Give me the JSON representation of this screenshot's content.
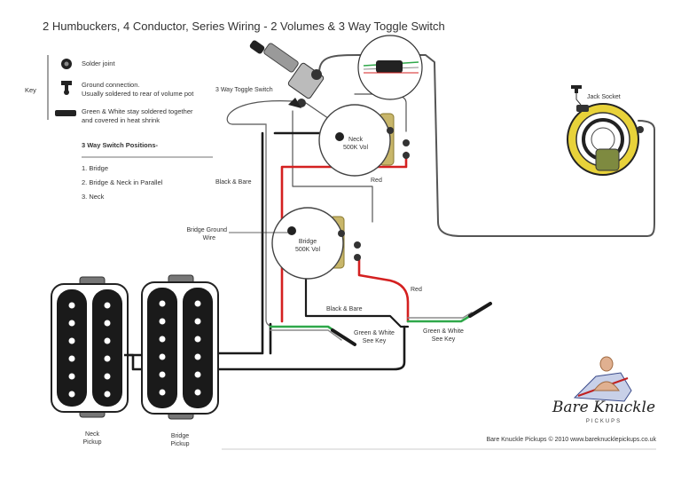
{
  "title": "2 Humbuckers, 4 Conductor, Series Wiring - 2 Volumes & 3 Way Toggle Switch",
  "key": {
    "label": "Key",
    "solder_joint": "Solder joint",
    "ground_line1": "Ground connection.",
    "ground_line2": "Usually soldered to rear of volume pot",
    "heatshrink_line1": "Green & White stay soldered together",
    "heatshrink_line2": "and covered in heat shrink"
  },
  "switch_positions": {
    "heading": "3 Way Switch Positions-",
    "items": [
      "1. Bridge",
      "2. Bridge & Neck in Parallel",
      "3. Neck"
    ]
  },
  "labels": {
    "toggle_switch": "3 Way Toggle Switch",
    "jack_socket": "Jack Socket",
    "neck_pot_line1": "Neck",
    "neck_pot_line2": "500K Vol",
    "bridge_pot_line1": "Bridge",
    "bridge_pot_line2": "500K Vol",
    "red_upper": "Red",
    "red_lower": "Red",
    "black_bare_upper": "Black & Bare",
    "black_bare_lower": "Black & Bare",
    "bridge_ground_line1": "Bridge Ground",
    "bridge_ground_line2": "Wire",
    "gw_left_line1": "Green & White",
    "gw_left_line2": "See Key",
    "gw_right_line1": "Green & White",
    "gw_right_line2": "See Key",
    "neck_pickup_line1": "Neck",
    "neck_pickup_line2": "Pickup",
    "bridge_pickup_line1": "Bridge",
    "bridge_pickup_line2": "Pickup"
  },
  "brand": {
    "logo": "Bare Knuckle",
    "logo_sub": "PICKUPS",
    "footer": "Bare Knuckle Pickups © 2010  www.bareknucklepickups.co.uk"
  },
  "colors": {
    "wire_black": "#1a1a1a",
    "wire_red": "#d42020",
    "wire_green": "#2fa84a",
    "wire_white": "#8a8a8a",
    "pot_tab": "#c8b66a",
    "jack_yellow": "#e8d23a"
  }
}
